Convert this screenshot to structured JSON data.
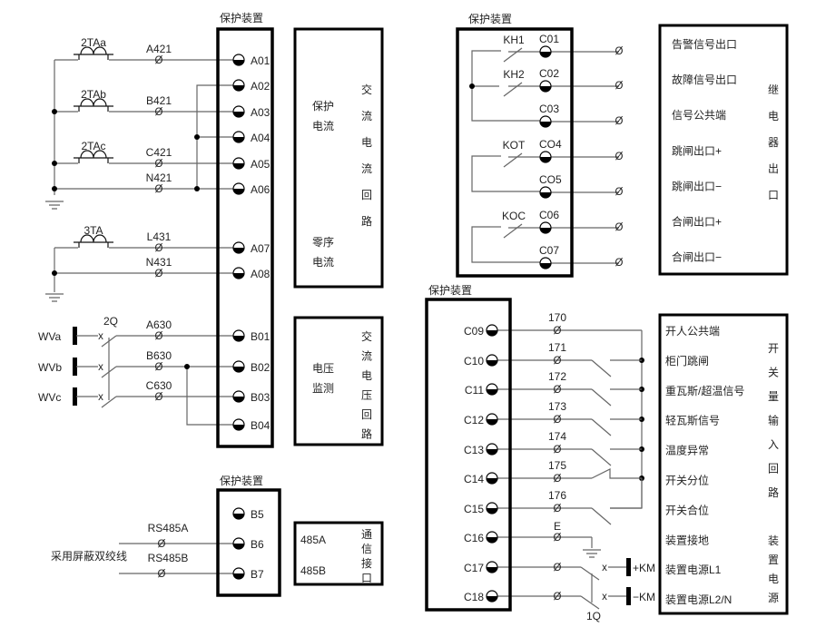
{
  "device_title": "保护装置",
  "panel_a": {
    "title": "保护装置",
    "terminals": [
      "A01",
      "A02",
      "A03",
      "A04",
      "A05",
      "A06",
      "A07",
      "A08",
      "B01",
      "B02",
      "B03",
      "B04"
    ],
    "cts": [
      "2TAa",
      "2TAb",
      "2TAc",
      "3TA"
    ],
    "wires": [
      "A421",
      "B421",
      "C421",
      "N421",
      "L431",
      "N431",
      "A630",
      "B630",
      "C630"
    ],
    "buses": [
      "WVa",
      "WVb",
      "WVc"
    ],
    "breaker": "2Q"
  },
  "current_table": {
    "protect_current": [
      "保护",
      "电流"
    ],
    "zero_seq": [
      "零序",
      "电流"
    ],
    "side": [
      "交",
      "流",
      "电",
      "流",
      "回",
      "路"
    ]
  },
  "voltage_table": {
    "label": [
      "电压",
      "监测"
    ],
    "side": [
      "交",
      "流",
      "电",
      "压",
      "回",
      "路"
    ]
  },
  "comm": {
    "title": "保护装置",
    "terminals": [
      "B5",
      "B6",
      "B7"
    ],
    "wires": [
      "RS485A",
      "RS485B"
    ],
    "cable_note": "采用屏蔽双绞线",
    "table_rows": [
      "485A",
      "485B"
    ],
    "side": [
      "通",
      "信",
      "接",
      "口"
    ]
  },
  "relay": {
    "title": "保护装置",
    "terminals": [
      "C01",
      "C02",
      "C03",
      "CO4",
      "CO5",
      "C06",
      "C07"
    ],
    "contacts": [
      "KH1",
      "KH2",
      "KOT",
      "KOC"
    ],
    "table_rows": [
      "告警信号出口",
      "故障信号出口",
      "信号公共端",
      "跳闸出口+",
      "跳闸出口−",
      "合闸出口+",
      "合闸出口−"
    ],
    "side": [
      "继",
      "电",
      "器",
      "出",
      "口"
    ]
  },
  "binary": {
    "title": "保护装置",
    "terminals": [
      "C09",
      "C10",
      "C11",
      "C12",
      "C13",
      "C14",
      "C15",
      "C16",
      "C17",
      "C18"
    ],
    "wires": [
      "170",
      "171",
      "172",
      "173",
      "174",
      "175",
      "176",
      "E",
      "",
      ""
    ],
    "supply": [
      "+KM",
      "−KM"
    ],
    "breaker": "1Q",
    "table_rows": [
      "开人公共端",
      "柜门跳闸",
      "重瓦斯/超温信号",
      "轻瓦斯信号",
      "温度异常",
      "开关分位",
      "开关合位",
      "装置接地",
      "装置电源L1",
      "装置电源L2/N"
    ],
    "side_input": [
      "开",
      "关",
      "量",
      "输",
      "入",
      "回",
      "路"
    ],
    "side_power": [
      "装",
      "置",
      "电",
      "源"
    ]
  }
}
